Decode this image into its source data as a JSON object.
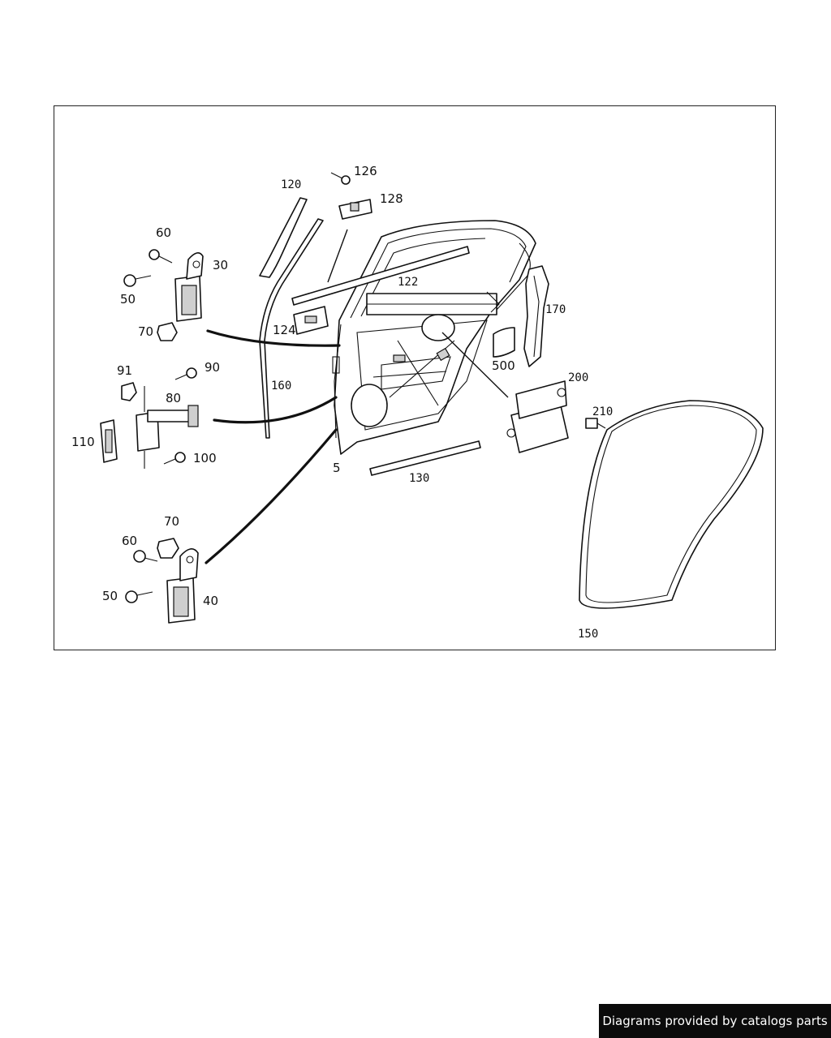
{
  "labels": {
    "p126": "126",
    "p128": "128",
    "p120": "120",
    "p122": "122",
    "p124": "124",
    "p160": "160",
    "p170": "170",
    "p500": "500",
    "p200": "200",
    "p210": "210",
    "p5": "5",
    "p130": "130",
    "p150": "150",
    "p60a": "60",
    "p30": "30",
    "p50a": "50",
    "p70a": "70",
    "p91": "91",
    "p90": "90",
    "p80": "80",
    "p110": "110",
    "p100": "100",
    "p70b": "70",
    "p60b": "60",
    "p50b": "50",
    "p40": "40"
  },
  "footer": {
    "text": "Diagrams provided by catalogs parts"
  }
}
